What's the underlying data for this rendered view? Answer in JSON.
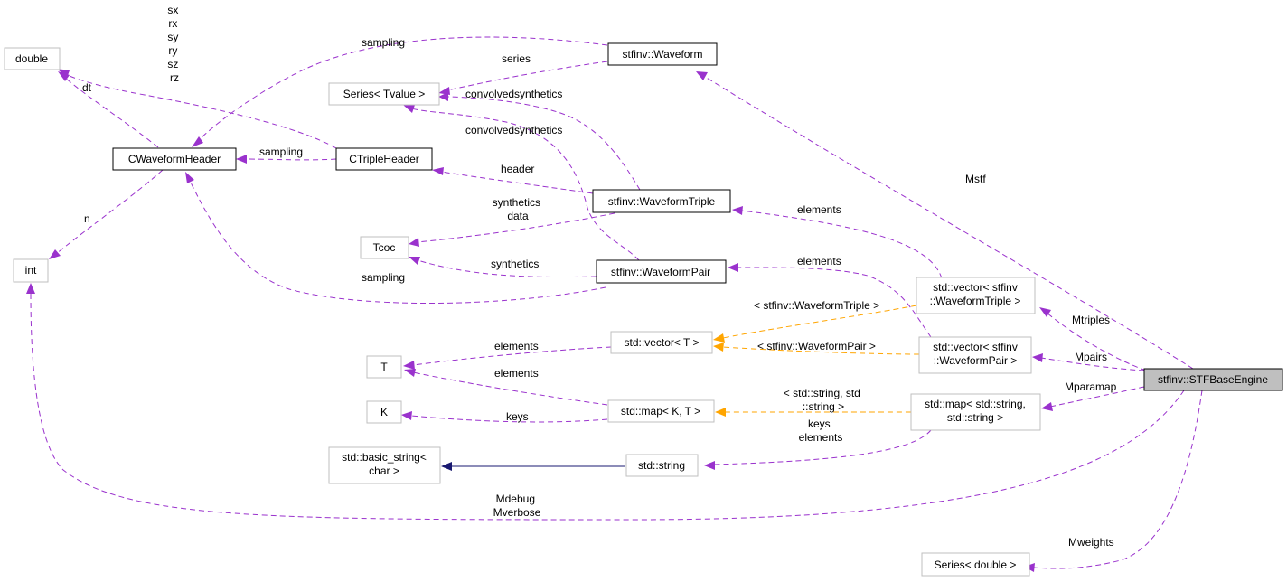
{
  "nodes": {
    "double": {
      "label": [
        "double"
      ]
    },
    "series_tvalue": {
      "label": [
        "Series< Tvalue >"
      ]
    },
    "waveform": {
      "label": [
        "stfinv::Waveform"
      ]
    },
    "cwaveformheader": {
      "label": [
        "CWaveformHeader"
      ]
    },
    "ctripleheader": {
      "label": [
        "CTripleHeader"
      ]
    },
    "waveformtriple": {
      "label": [
        "stfinv::WaveformTriple"
      ]
    },
    "tcoc": {
      "label": [
        "Tcoc"
      ]
    },
    "int": {
      "label": [
        "int"
      ]
    },
    "waveformpair": {
      "label": [
        "stfinv::WaveformPair"
      ]
    },
    "vec_triple": {
      "label": [
        "std::vector< stfinv",
        "::WaveformTriple >"
      ]
    },
    "vector_t": {
      "label": [
        "std::vector< T >"
      ]
    },
    "vec_pair": {
      "label": [
        "std::vector< stfinv",
        "::WaveformPair >"
      ]
    },
    "t": {
      "label": [
        "T"
      ]
    },
    "stfbaseengine": {
      "label": [
        "stfinv::STFBaseEngine"
      ]
    },
    "map_kt": {
      "label": [
        "std::map< K, T >"
      ]
    },
    "map_ss": {
      "label": [
        "std::map< std::string,",
        "std::string >"
      ]
    },
    "k": {
      "label": [
        "K"
      ]
    },
    "basic_string": {
      "label": [
        "std::basic_string<",
        "char >"
      ]
    },
    "std_string": {
      "label": [
        "std::string"
      ]
    },
    "series_double": {
      "label": [
        "Series< double >"
      ]
    }
  },
  "edge_labels": {
    "rz_etc": [
      "sx",
      "rx",
      "sy",
      "ry",
      "sz",
      "rz"
    ],
    "sampling_top": [
      "sampling"
    ],
    "dt": [
      "dt"
    ],
    "series": [
      "series"
    ],
    "convolved1": [
      "convolvedsynthetics"
    ],
    "convolved2": [
      "convolvedsynthetics"
    ],
    "sampling_mid": [
      "sampling"
    ],
    "header": [
      "header"
    ],
    "mstf": [
      "Mstf"
    ],
    "n": [
      "n"
    ],
    "synthetics_data": [
      "synthetics",
      "data"
    ],
    "elements_triple": [
      "elements"
    ],
    "synthetics": [
      "synthetics"
    ],
    "elements_pair": [
      "elements"
    ],
    "sampling_bottom": [
      "sampling"
    ],
    "tmpl_triple": [
      "< stfinv::WaveformTriple >"
    ],
    "mtriples": [
      "Mtriples"
    ],
    "elements_t1": [
      "elements"
    ],
    "tmpl_pair": [
      "< stfinv::WaveformPair >"
    ],
    "mpairs": [
      "Mpairs"
    ],
    "elements_t2": [
      "elements"
    ],
    "mparamap": [
      "Mparamap"
    ],
    "tmpl_string": [
      "< std::string, std",
      "::string >"
    ],
    "keys_k": [
      "keys"
    ],
    "keys_elements": [
      "keys",
      "elements"
    ],
    "mdebug": [
      "Mdebug",
      "Mverbose"
    ],
    "mweights": [
      "Mweights"
    ]
  },
  "colors": {
    "usage_edge": "#9a32cd",
    "template_edge": "#ffa500",
    "inheritance_edge": "#191970",
    "focus_fill": "#bfbfbf",
    "node_border": "#bfbfbf",
    "documented_border": "#000000"
  }
}
